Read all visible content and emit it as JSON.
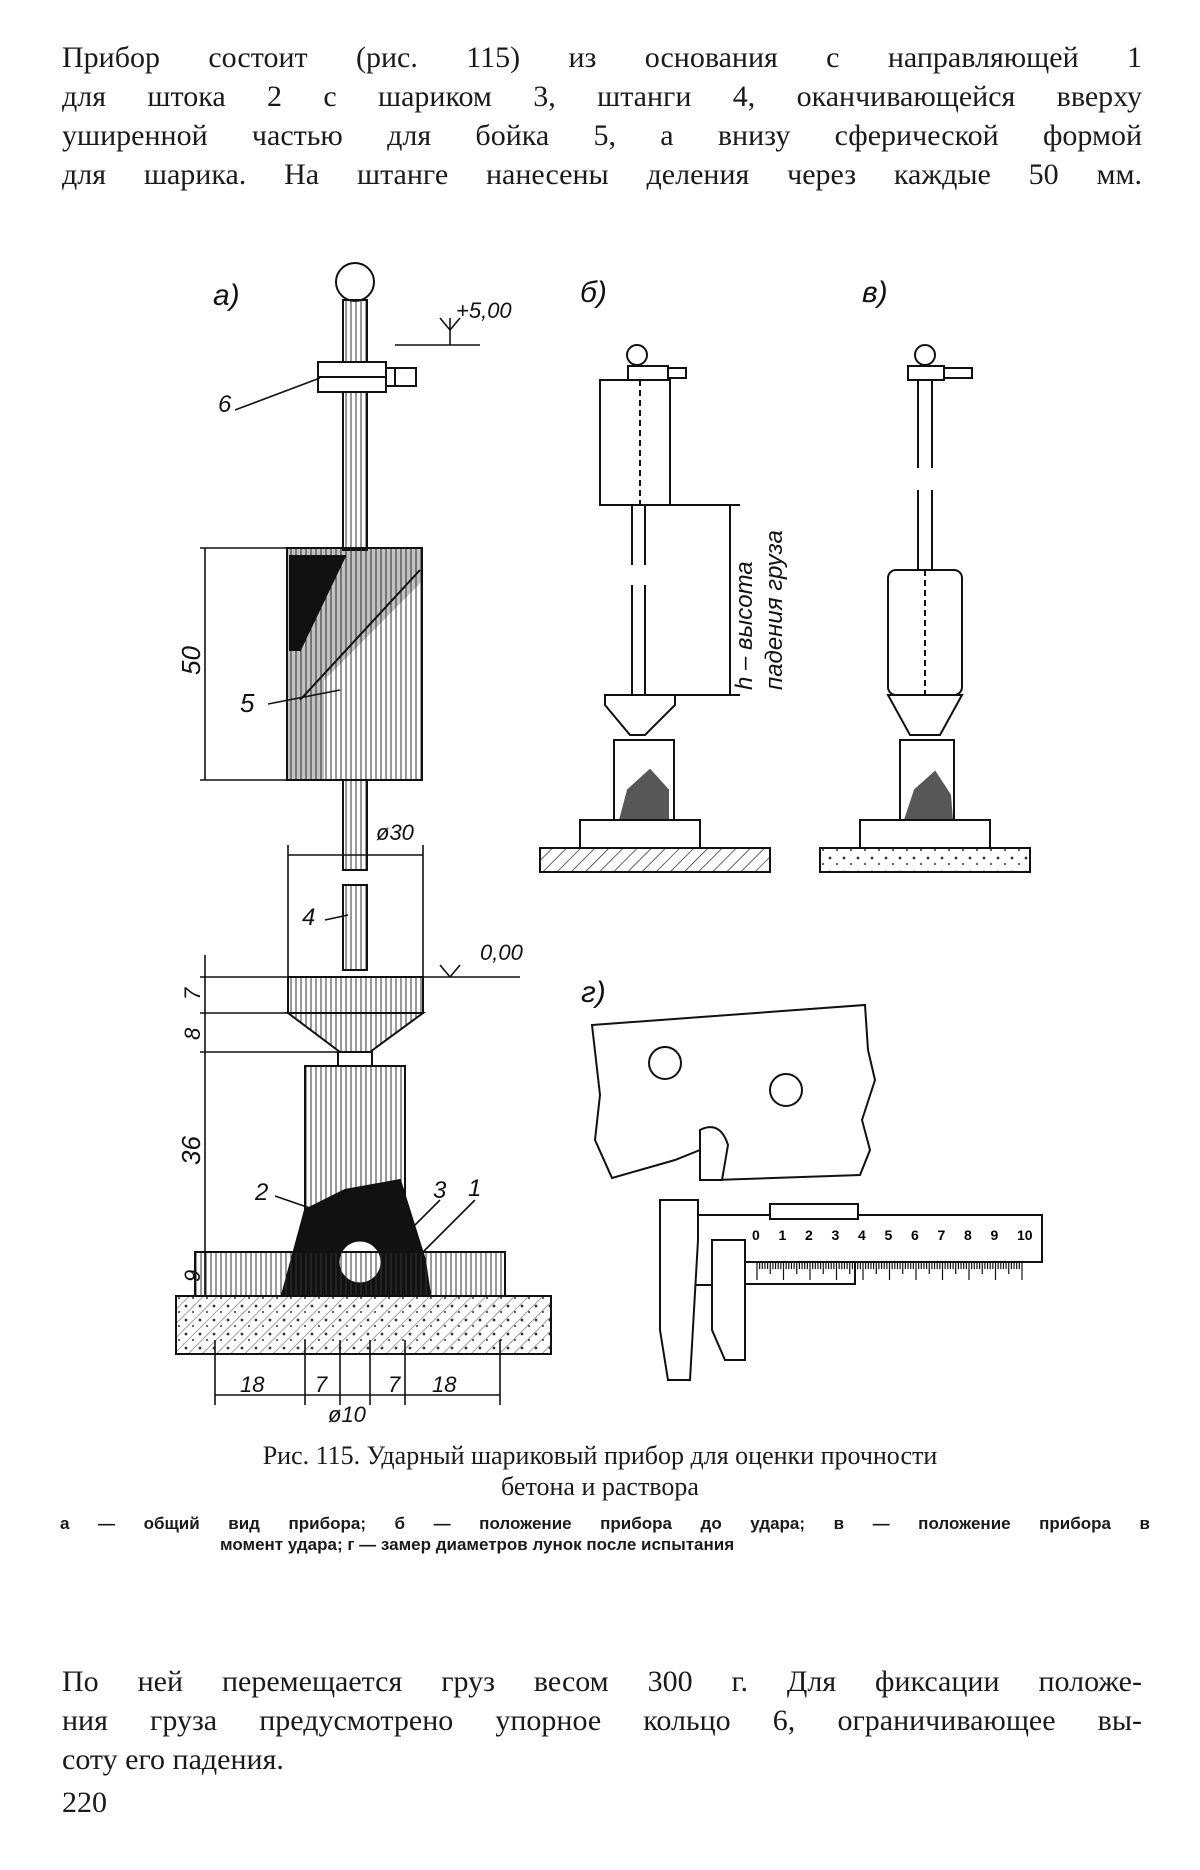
{
  "intro_paragraph": {
    "lines": [
      "Прибор состоит (рис. 115) из основания с направляющей 1",
      "для штока 2 с шариком 3, штанги 4, оканчивающейся вверху",
      "уширенной частью для бойка 5, а внизу сферической формой",
      "для шарика. На штанге нанесены деления через каждые 50 мм."
    ]
  },
  "figure": {
    "panel_labels": {
      "a": "а)",
      "b": "б)",
      "v": "в)",
      "g": "г)"
    },
    "annotations": {
      "elevation_top": "+5,00",
      "elevation_zero": "0,00",
      "label_6": "6",
      "label_5": "5",
      "label_4": "4",
      "label_2": "2",
      "label_3": "3",
      "label_1": "1",
      "dim_50": "50",
      "dim_7": "7",
      "dim_8": "8",
      "dim_36": "36",
      "dim_9": "9",
      "dim_d30": "ø30",
      "dim_18_left": "18",
      "dim_7_left": "7",
      "dim_7_right": "7",
      "dim_18_right": "18",
      "dim_d10": "ø10",
      "drop_height_line1": "h – высота",
      "drop_height_line2": "падения груза",
      "scale_numbers": [
        "0",
        "1",
        "2",
        "3",
        "4",
        "5",
        "6",
        "7",
        "8",
        "9",
        "10"
      ]
    },
    "caption_title_lines": [
      "Рис. 115. Ударный шариковый прибор для оценки прочности",
      "бетона и раствора"
    ],
    "caption_legend_lines": [
      "а — общий вид прибора; б — положение прибора до удара; в — положение прибора в",
      "момент удара; г — замер диаметров лунок после испытания"
    ]
  },
  "body_paragraph": {
    "lines": [
      "По ней перемещается груз весом 300 г. Для фиксации положе-",
      "ния груза предусмотрено упорное кольцо 6, ограничивающее вы-",
      "соту его падения."
    ]
  },
  "page_number": "220"
}
